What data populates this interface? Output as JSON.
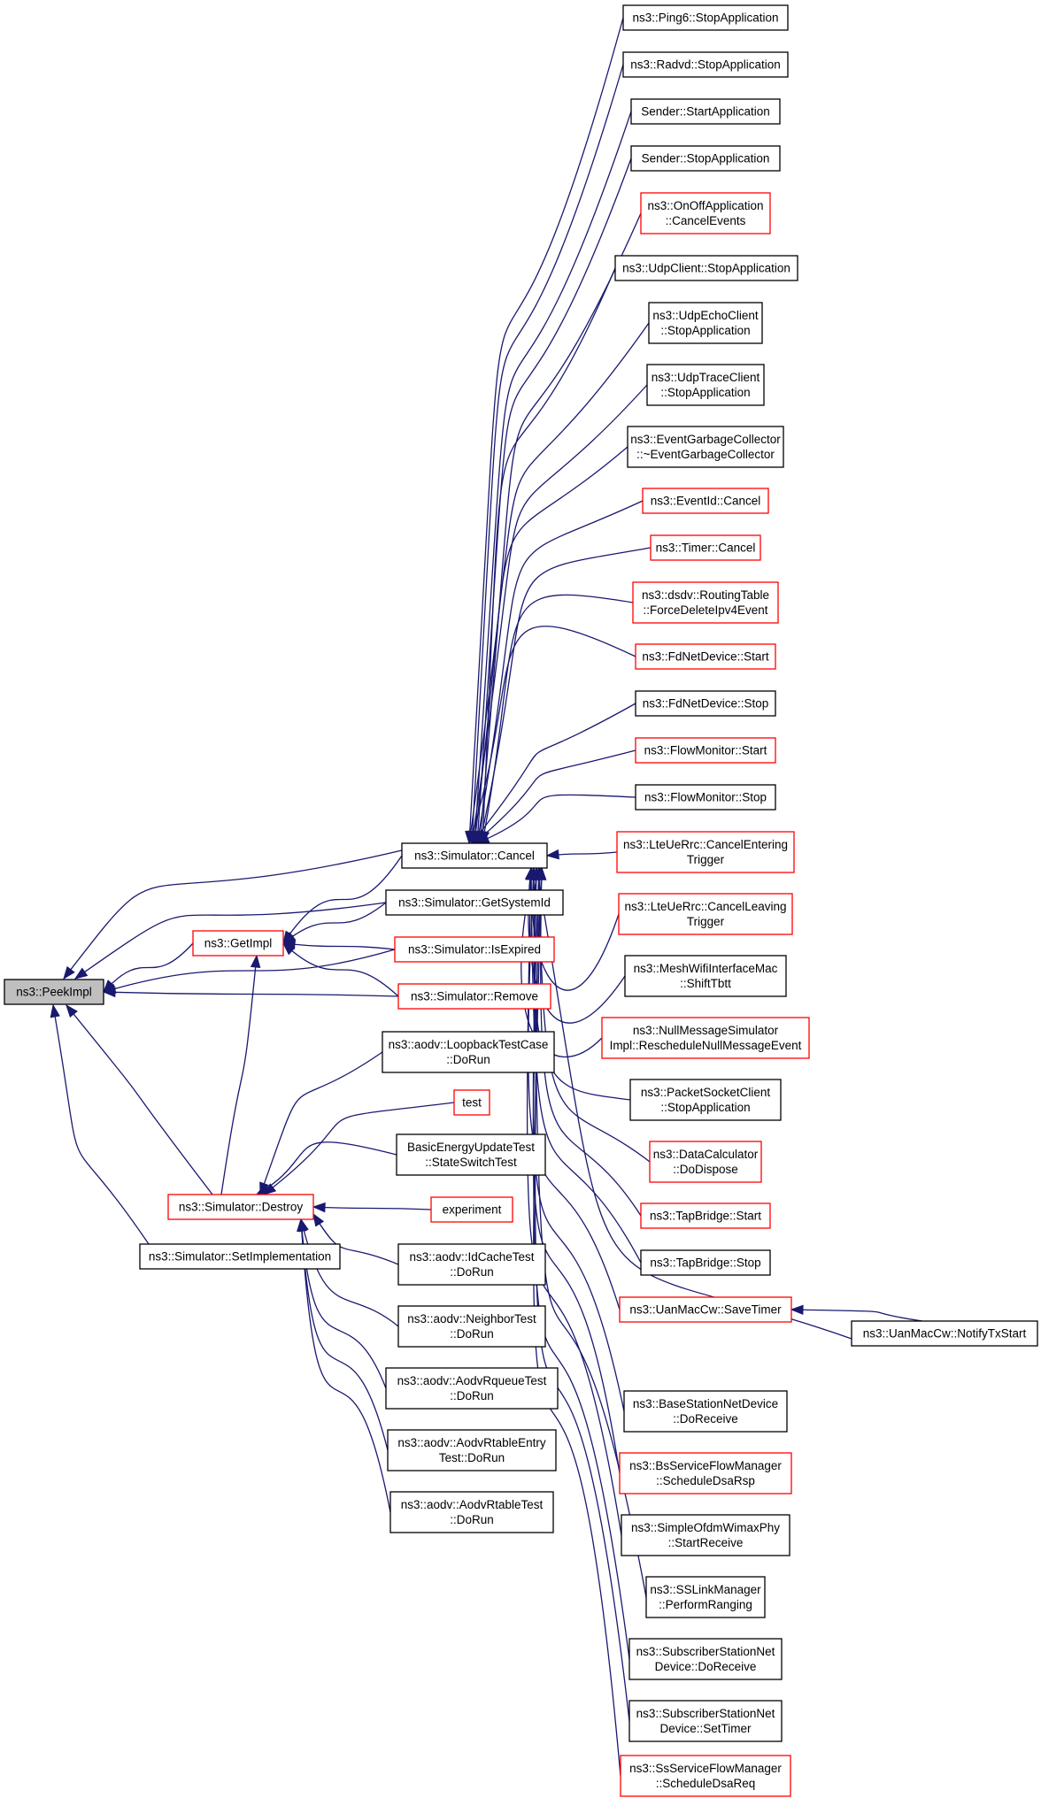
{
  "diagram": {
    "edge_color": "#191970",
    "node_border_normal": "#000000",
    "node_border_truncated": "#ff0000",
    "root_fill": "#bfbfbf",
    "nodes": [
      {
        "id": "peekimpl",
        "lines": [
          "ns3::PeekImpl"
        ],
        "style": "root"
      },
      {
        "id": "getimpl",
        "lines": [
          "ns3::GetImpl"
        ],
        "style": "red"
      },
      {
        "id": "cancel",
        "lines": [
          "ns3::Simulator::Cancel"
        ],
        "style": "black"
      },
      {
        "id": "getsystemid",
        "lines": [
          "ns3::Simulator::GetSystemId"
        ],
        "style": "black"
      },
      {
        "id": "isexpired",
        "lines": [
          "ns3::Simulator::IsExpired"
        ],
        "style": "red"
      },
      {
        "id": "remove",
        "lines": [
          "ns3::Simulator::Remove"
        ],
        "style": "red"
      },
      {
        "id": "destroy",
        "lines": [
          "ns3::Simulator::Destroy"
        ],
        "style": "red"
      },
      {
        "id": "setimpl",
        "lines": [
          "ns3::Simulator::SetImplementation"
        ],
        "style": "black"
      },
      {
        "id": "ping6stop",
        "lines": [
          "ns3::Ping6::StopApplication"
        ],
        "style": "black"
      },
      {
        "id": "radvdstop",
        "lines": [
          "ns3::Radvd::StopApplication"
        ],
        "style": "black"
      },
      {
        "id": "senderstart",
        "lines": [
          "Sender::StartApplication"
        ],
        "style": "black"
      },
      {
        "id": "senderstop",
        "lines": [
          "Sender::StopApplication"
        ],
        "style": "black"
      },
      {
        "id": "onoffcancel",
        "lines": [
          "ns3::OnOffApplication",
          "::CancelEvents"
        ],
        "style": "red"
      },
      {
        "id": "udpclientstop",
        "lines": [
          "ns3::UdpClient::StopApplication"
        ],
        "style": "black"
      },
      {
        "id": "udpechostop",
        "lines": [
          "ns3::UdpEchoClient",
          "::StopApplication"
        ],
        "style": "black"
      },
      {
        "id": "udptracestop",
        "lines": [
          "ns3::UdpTraceClient",
          "::StopApplication"
        ],
        "style": "black"
      },
      {
        "id": "egcdtor",
        "lines": [
          "ns3::EventGarbageCollector",
          "::~EventGarbageCollector"
        ],
        "style": "black"
      },
      {
        "id": "eventidcancel",
        "lines": [
          "ns3::EventId::Cancel"
        ],
        "style": "red"
      },
      {
        "id": "timercancel",
        "lines": [
          "ns3::Timer::Cancel"
        ],
        "style": "red"
      },
      {
        "id": "dsdvforce",
        "lines": [
          "ns3::dsdv::RoutingTable",
          "::ForceDeleteIpv4Event"
        ],
        "style": "red"
      },
      {
        "id": "fdnetstart",
        "lines": [
          "ns3::FdNetDevice::Start"
        ],
        "style": "red"
      },
      {
        "id": "fdnetstop",
        "lines": [
          "ns3::FdNetDevice::Stop"
        ],
        "style": "black"
      },
      {
        "id": "flowmonstart",
        "lines": [
          "ns3::FlowMonitor::Start"
        ],
        "style": "red"
      },
      {
        "id": "flowmonstop",
        "lines": [
          "ns3::FlowMonitor::Stop"
        ],
        "style": "black"
      },
      {
        "id": "lteentering",
        "lines": [
          "ns3::LteUeRrc::CancelEntering",
          "Trigger"
        ],
        "style": "red"
      },
      {
        "id": "lteleaving",
        "lines": [
          "ns3::LteUeRrc::CancelLeaving",
          "Trigger"
        ],
        "style": "red"
      },
      {
        "id": "meshshift",
        "lines": [
          "ns3::MeshWifiInterfaceMac",
          "::ShiftTbtt"
        ],
        "style": "black"
      },
      {
        "id": "nullmsg",
        "lines": [
          "ns3::NullMessageSimulator",
          "Impl::RescheduleNullMessageEvent"
        ],
        "style": "red"
      },
      {
        "id": "packetsockstop",
        "lines": [
          "ns3::PacketSocketClient",
          "::StopApplication"
        ],
        "style": "black"
      },
      {
        "id": "datacalcdispose",
        "lines": [
          "ns3::DataCalculator",
          "::DoDispose"
        ],
        "style": "red"
      },
      {
        "id": "tapstart",
        "lines": [
          "ns3::TapBridge::Start"
        ],
        "style": "red"
      },
      {
        "id": "tapstop",
        "lines": [
          "ns3::TapBridge::Stop"
        ],
        "style": "black"
      },
      {
        "id": "uansavetimer",
        "lines": [
          "ns3::UanMacCw::SaveTimer"
        ],
        "style": "red"
      },
      {
        "id": "uannotify",
        "lines": [
          "ns3::UanMacCw::NotifyTxStart"
        ],
        "style": "black"
      },
      {
        "id": "bsreceive",
        "lines": [
          "ns3::BaseStationNetDevice",
          "::DoReceive"
        ],
        "style": "black"
      },
      {
        "id": "bsdsarsp",
        "lines": [
          "ns3::BsServiceFlowManager",
          "::ScheduleDsaRsp"
        ],
        "style": "red"
      },
      {
        "id": "ofdmreceive",
        "lines": [
          "ns3::SimpleOfdmWimaxPhy",
          "::StartReceive"
        ],
        "style": "black"
      },
      {
        "id": "sslinkranging",
        "lines": [
          "ns3::SSLinkManager",
          "::PerformRanging"
        ],
        "style": "black"
      },
      {
        "id": "ssreceive",
        "lines": [
          "ns3::SubscriberStationNet",
          "Device::DoReceive"
        ],
        "style": "black"
      },
      {
        "id": "sssettimer",
        "lines": [
          "ns3::SubscriberStationNet",
          "Device::SetTimer"
        ],
        "style": "black"
      },
      {
        "id": "ssdsareq",
        "lines": [
          "ns3::SsServiceFlowManager",
          "::ScheduleDsaReq"
        ],
        "style": "red"
      },
      {
        "id": "loopbackrun",
        "lines": [
          "ns3::aodv::LoopbackTestCase",
          "::DoRun"
        ],
        "style": "black"
      },
      {
        "id": "test",
        "lines": [
          "test"
        ],
        "style": "red"
      },
      {
        "id": "basicenergy",
        "lines": [
          "BasicEnergyUpdateTest",
          "::StateSwitchTest"
        ],
        "style": "black"
      },
      {
        "id": "experiment",
        "lines": [
          "experiment"
        ],
        "style": "red"
      },
      {
        "id": "idcacherun",
        "lines": [
          "ns3::aodv::IdCacheTest",
          "::DoRun"
        ],
        "style": "black"
      },
      {
        "id": "neighborrun",
        "lines": [
          "ns3::aodv::NeighborTest",
          "::DoRun"
        ],
        "style": "black"
      },
      {
        "id": "rqueuerun",
        "lines": [
          "ns3::aodv::AodvRqueueTest",
          "::DoRun"
        ],
        "style": "black"
      },
      {
        "id": "rtableentryrun",
        "lines": [
          "ns3::aodv::AodvRtableEntry",
          "Test::DoRun"
        ],
        "style": "black"
      },
      {
        "id": "rtablerun",
        "lines": [
          "ns3::aodv::AodvRtableTest",
          "::DoRun"
        ],
        "style": "black"
      }
    ],
    "edges": [
      {
        "from": "getimpl",
        "to": "peekimpl"
      },
      {
        "from": "cancel",
        "to": "peekimpl"
      },
      {
        "from": "getsystemid",
        "to": "peekimpl"
      },
      {
        "from": "isexpired",
        "to": "peekimpl"
      },
      {
        "from": "remove",
        "to": "peekimpl"
      },
      {
        "from": "destroy",
        "to": "peekimpl"
      },
      {
        "from": "setimpl",
        "to": "peekimpl"
      },
      {
        "from": "cancel",
        "to": "getimpl"
      },
      {
        "from": "getsystemid",
        "to": "getimpl"
      },
      {
        "from": "isexpired",
        "to": "getimpl"
      },
      {
        "from": "remove",
        "to": "getimpl"
      },
      {
        "from": "destroy",
        "to": "getimpl"
      },
      {
        "from": "ping6stop",
        "to": "cancel"
      },
      {
        "from": "radvdstop",
        "to": "cancel"
      },
      {
        "from": "senderstart",
        "to": "cancel"
      },
      {
        "from": "senderstop",
        "to": "cancel"
      },
      {
        "from": "onoffcancel",
        "to": "cancel"
      },
      {
        "from": "udpclientstop",
        "to": "cancel"
      },
      {
        "from": "udpechostop",
        "to": "cancel"
      },
      {
        "from": "udptracestop",
        "to": "cancel"
      },
      {
        "from": "egcdtor",
        "to": "cancel"
      },
      {
        "from": "eventidcancel",
        "to": "cancel"
      },
      {
        "from": "timercancel",
        "to": "cancel"
      },
      {
        "from": "dsdvforce",
        "to": "cancel"
      },
      {
        "from": "fdnetstart",
        "to": "cancel"
      },
      {
        "from": "fdnetstop",
        "to": "cancel"
      },
      {
        "from": "flowmonstart",
        "to": "cancel"
      },
      {
        "from": "flowmonstop",
        "to": "cancel"
      },
      {
        "from": "lteentering",
        "to": "cancel"
      },
      {
        "from": "lteleaving",
        "to": "cancel"
      },
      {
        "from": "meshshift",
        "to": "cancel"
      },
      {
        "from": "nullmsg",
        "to": "cancel"
      },
      {
        "from": "packetsockstop",
        "to": "cancel"
      },
      {
        "from": "datacalcdispose",
        "to": "cancel"
      },
      {
        "from": "tapstart",
        "to": "cancel"
      },
      {
        "from": "tapstop",
        "to": "cancel"
      },
      {
        "from": "uansavetimer",
        "to": "cancel"
      },
      {
        "from": "uannotify",
        "to": "cancel"
      },
      {
        "from": "bsreceive",
        "to": "cancel"
      },
      {
        "from": "bsdsarsp",
        "to": "cancel"
      },
      {
        "from": "ofdmreceive",
        "to": "cancel"
      },
      {
        "from": "sslinkranging",
        "to": "cancel"
      },
      {
        "from": "ssreceive",
        "to": "cancel"
      },
      {
        "from": "sssettimer",
        "to": "cancel"
      },
      {
        "from": "ssdsareq",
        "to": "cancel"
      },
      {
        "from": "uannotify",
        "to": "uansavetimer"
      },
      {
        "from": "loopbackrun",
        "to": "destroy"
      },
      {
        "from": "test",
        "to": "destroy"
      },
      {
        "from": "basicenergy",
        "to": "destroy"
      },
      {
        "from": "experiment",
        "to": "destroy"
      },
      {
        "from": "idcacherun",
        "to": "destroy"
      },
      {
        "from": "neighborrun",
        "to": "destroy"
      },
      {
        "from": "rqueuerun",
        "to": "destroy"
      },
      {
        "from": "rtableentryrun",
        "to": "destroy"
      },
      {
        "from": "rtablerun",
        "to": "destroy"
      }
    ]
  }
}
